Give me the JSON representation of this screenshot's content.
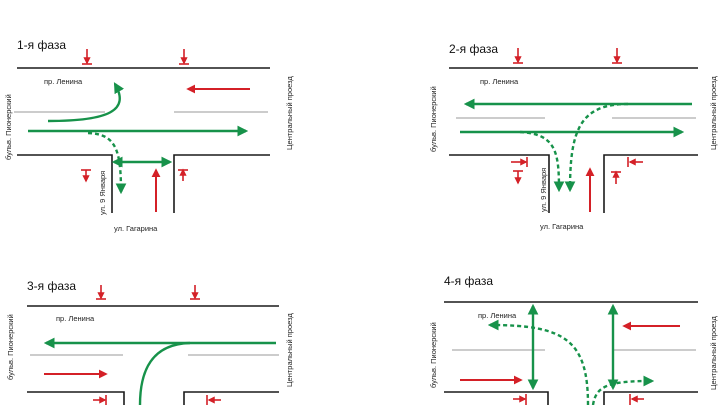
{
  "colors": {
    "green": "#17924a",
    "red": "#d42027",
    "road": "#1a1a1a",
    "lane": "#9a9a9a"
  },
  "phases": [
    {
      "title": "1-я фаза",
      "avenue": "пр. Ленина",
      "left_street": "бульв. Пионерский",
      "right_street": "Центральный проезд",
      "side_street": "ул. 9 Января",
      "bottom_street": "ул. Гагарина"
    },
    {
      "title": "2-я фаза",
      "avenue": "пр. Ленина",
      "left_street": "бульв. Пионерский",
      "right_street": "Центральный проезд",
      "side_street": "ул. 9 Января",
      "bottom_street": "ул. Гагарина"
    },
    {
      "title": "3-я фаза",
      "avenue": "пр. Ленина",
      "left_street": "бульв. Пионерский",
      "right_street": "Центральный проезд"
    },
    {
      "title": "4-я фаза",
      "avenue": "пр. Ленина",
      "left_street": "бульв. Пионерский",
      "right_street": "Центральный проезд"
    }
  ]
}
